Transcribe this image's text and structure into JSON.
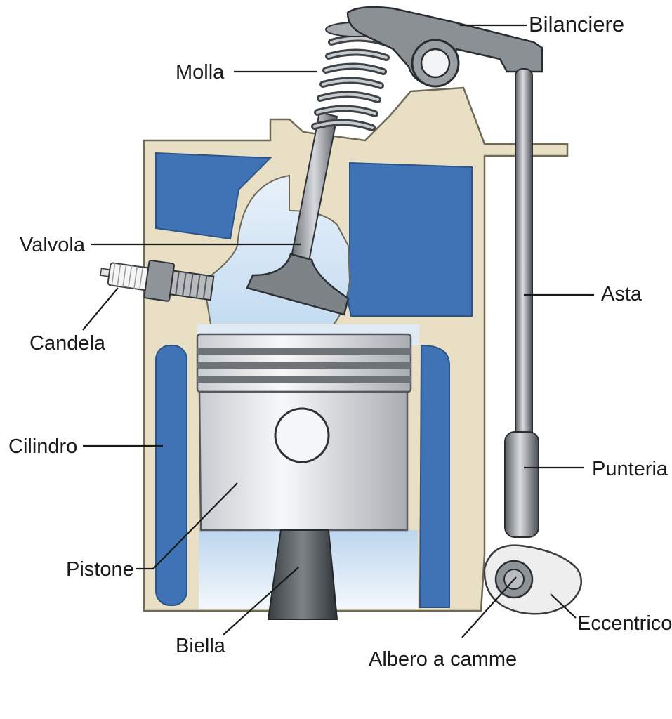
{
  "labels": {
    "bilanciere": "Bilanciere",
    "molla": "Molla",
    "valvola": "Valvola",
    "candela": "Candela",
    "asta": "Asta",
    "cilindro": "Cilindro",
    "punteria": "Punteria",
    "pistone": "Pistone",
    "eccentrico": "Eccentrico",
    "biella": "Biella",
    "albero_a_camme": "Albero a camme"
  },
  "colors": {
    "block": "#e9dfc4",
    "block_outline": "#6f6a58",
    "water_jacket": "#3f73b5",
    "combustion_light": "#d5e6f6",
    "metal_light": "#f2f3f4",
    "metal_mid": "#9ea3a8",
    "metal_dark": "#4c5156",
    "cam": "#eeeeee"
  }
}
